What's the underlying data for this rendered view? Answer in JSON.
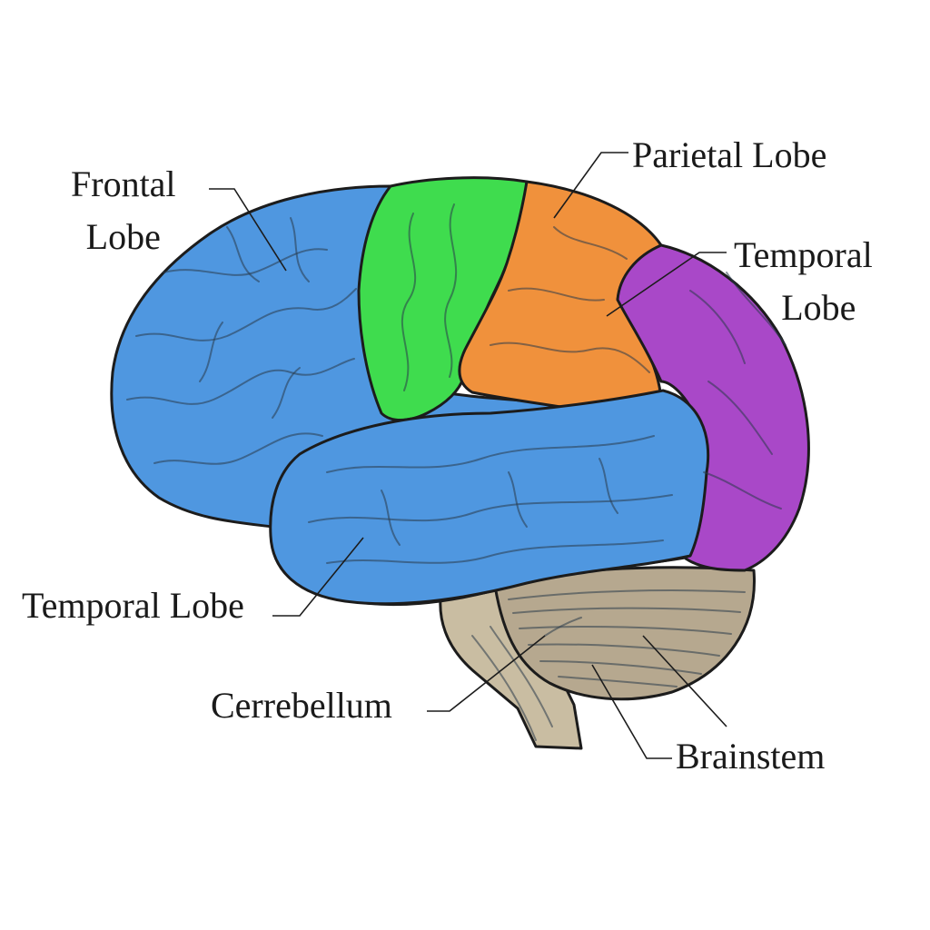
{
  "labels": {
    "frontal": [
      "Frontal",
      "Lobe"
    ],
    "parietal": "Parietal Lobe",
    "temporal_upper": [
      "Temporal",
      "Lobe"
    ],
    "temporal_lower": "Temporal Lobe",
    "cerebellum": "Cerrebellum",
    "brainstem": "Brainstem"
  },
  "colors": {
    "frontal": "#4f97e0",
    "motor_strip": "#3fdc4e",
    "parietal": "#f0913c",
    "occipital": "#a948c8",
    "cerebellum": "#b6a88f",
    "brainstem": "#c9bda2",
    "outline": "#1c1c1c",
    "background": "#ffffff"
  }
}
